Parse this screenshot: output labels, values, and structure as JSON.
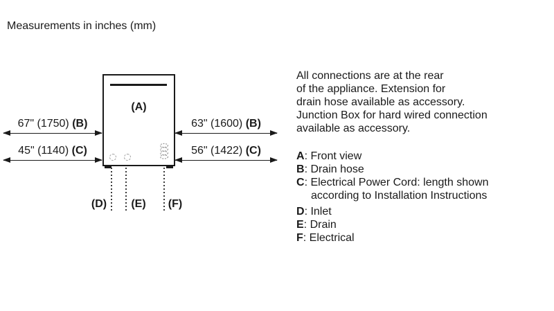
{
  "title": "Measurements in inches (mm)",
  "colors": {
    "text": "#1a1a1a",
    "line": "#1a1a1a",
    "muted_gray": "#999999"
  },
  "diagram": {
    "front_view_label": "(A)",
    "dim_left_top": {
      "value": "67\" (1750) ",
      "ref": "(B)"
    },
    "dim_left_bottom": {
      "value": "45\" (1140) ",
      "ref": "(C)"
    },
    "dim_right_top": {
      "value": "63\" (1600) ",
      "ref": "(B)"
    },
    "dim_right_bottom": {
      "value": "56\" (1422) ",
      "ref": "(C)"
    },
    "bottom_label_d": "(D)",
    "bottom_label_e": "(E)",
    "bottom_label_f": "(F)"
  },
  "info": {
    "paragraph": "All connections are at the rear\nof the appliance. Extension for\ndrain hose available as accessory.\nJunction Box for hard wired connection\navailable as accessory.",
    "legend": [
      {
        "key": "A",
        "text": ": Front view"
      },
      {
        "key": "B",
        "text": ": Drain hose"
      },
      {
        "key": "C",
        "text": ": Electrical Power Cord: length shown"
      },
      {
        "key": "",
        "text": "according to Installation Instructions"
      },
      {
        "key": "D",
        "text": ": Inlet"
      },
      {
        "key": "E",
        "text": ": Drain"
      },
      {
        "key": "F",
        "text": ": Electrical"
      }
    ]
  }
}
